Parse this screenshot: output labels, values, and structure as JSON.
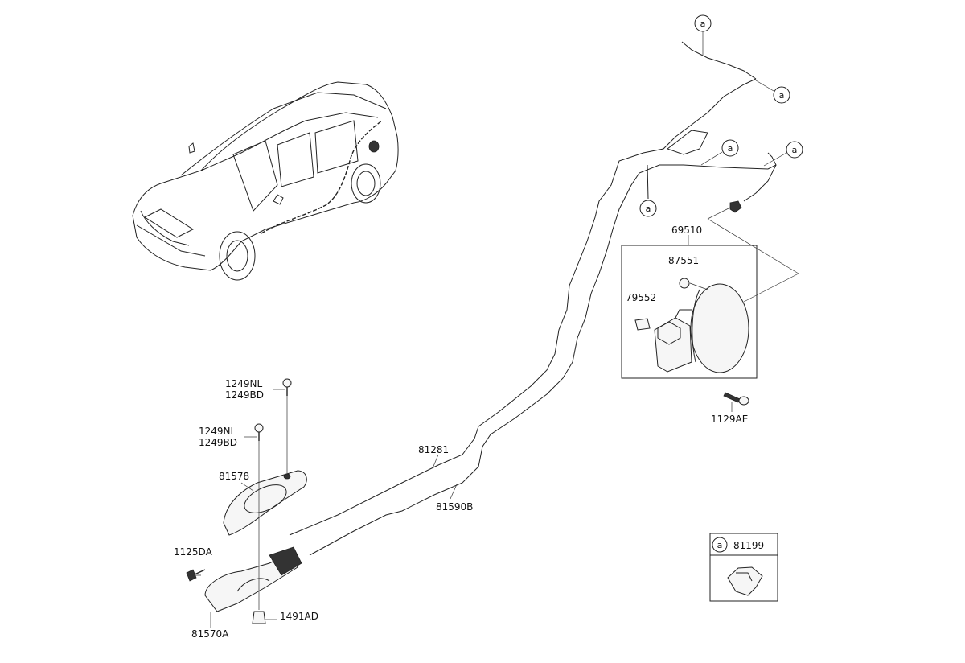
{
  "callout_letter": "a",
  "labels": {
    "p69510": "69510",
    "p87551": "87551",
    "p79552": "79552",
    "p1129AE": "1129AE",
    "p81281": "81281",
    "p81590B": "81590B",
    "p81578": "81578",
    "p1249NL_top": "1249NL",
    "p1249BD_top": "1249BD",
    "p1249NL_mid": "1249NL",
    "p1249BD_mid": "1249BD",
    "p1125DA": "1125DA",
    "p1491AD": "1491AD",
    "p81570A": "81570A",
    "p81199": "81199"
  }
}
